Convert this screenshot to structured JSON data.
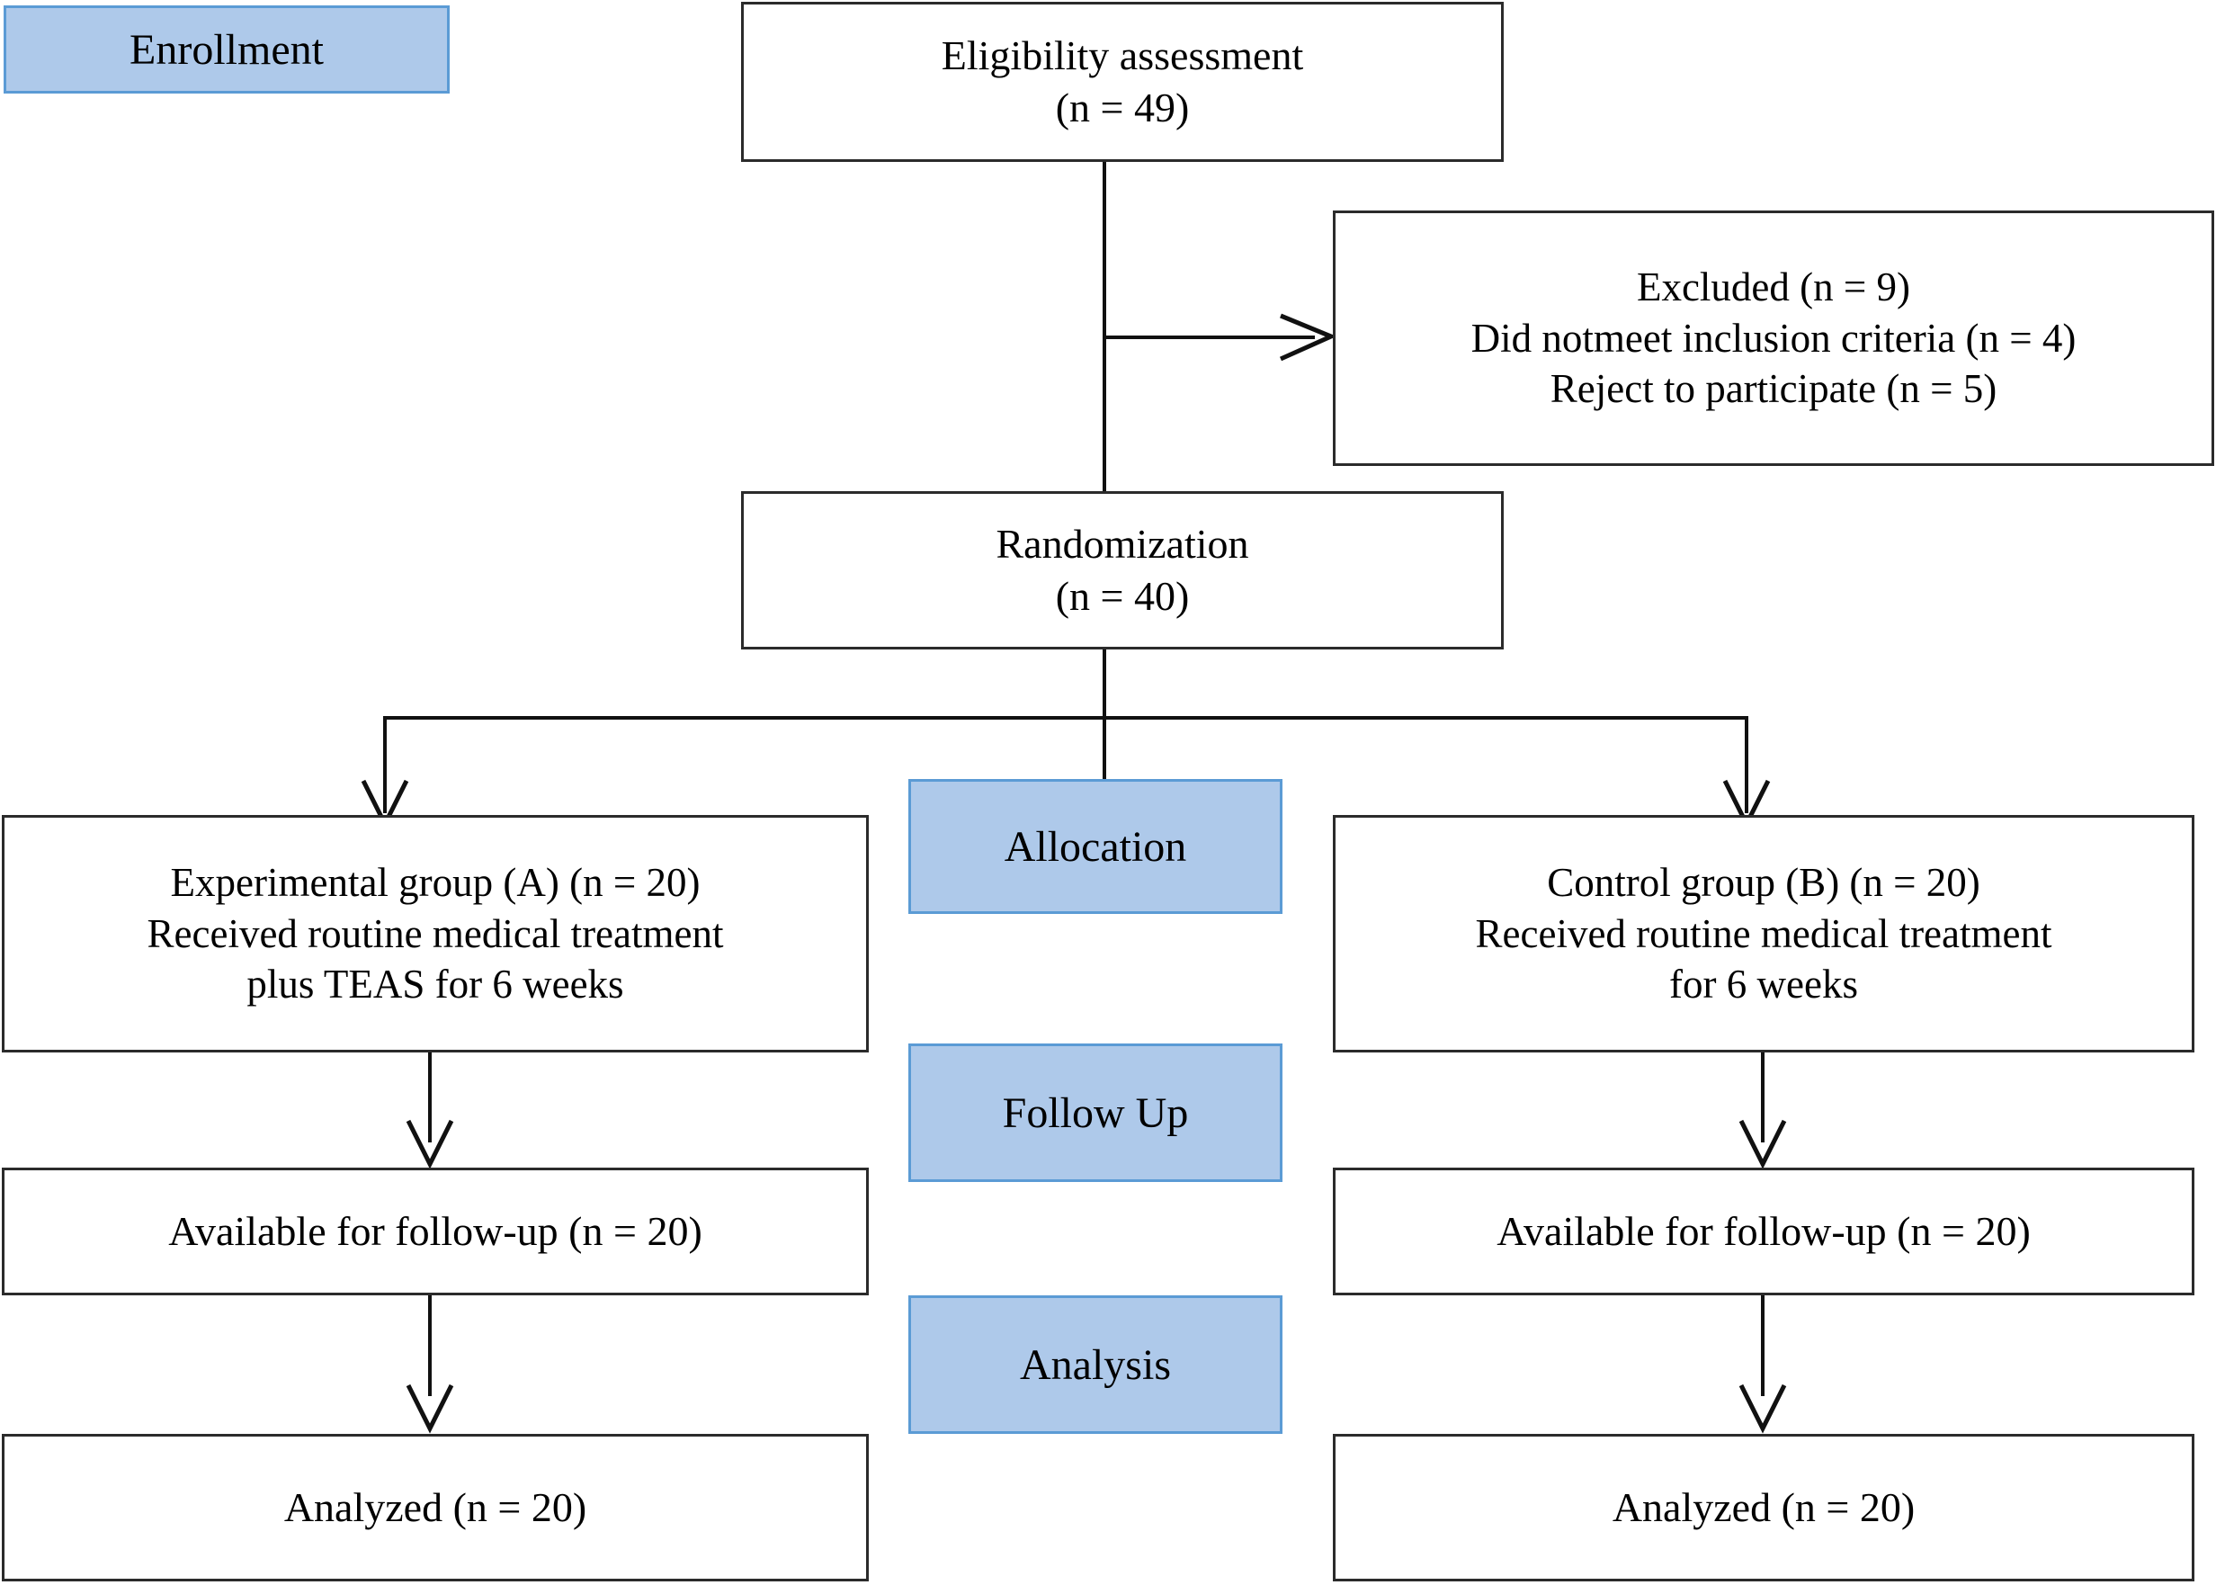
{
  "diagram": {
    "title": "CONSORT participant flow diagram",
    "type": "flowchart",
    "colors": {
      "stage_fill": "#AEC9EA",
      "stage_border": "#5B9BD5",
      "box_border": "#2B2B2B",
      "line": "#111111",
      "text": "#000000",
      "background": "#FFFFFF"
    }
  },
  "stages": {
    "enrollment": "Enrollment",
    "allocation": "Allocation",
    "follow_up": "Follow Up",
    "analysis": "Analysis"
  },
  "nodes": {
    "eligibility": "Eligibility assessment\n(n = 49)",
    "excluded": "Excluded (n = 9)\nDid notmeet inclusion criteria (n = 4)\nReject to participate (n = 5)",
    "randomization": "Randomization\n(n = 40)",
    "experimental_group": "Experimental group (A) (n = 20)\nReceived routine medical treatment\nplus TEAS for 6 weeks",
    "control_group": "Control group (B) (n = 20)\nReceived routine medical treatment\nfor 6 weeks",
    "followup_left": "Available for follow-up (n = 20)",
    "followup_right": "Available for follow-up (n = 20)",
    "analyzed_left": "Analyzed (n = 20)",
    "analyzed_right": "Analyzed (n = 20)"
  },
  "counts": {
    "assessed_for_eligibility": 49,
    "excluded_total": 9,
    "excluded_not_meeting_criteria": 4,
    "excluded_refused": 5,
    "randomized": 40,
    "experimental_allocated": 20,
    "control_allocated": 20,
    "experimental_followed_up": 20,
    "control_followed_up": 20,
    "experimental_analyzed": 20,
    "control_analyzed": 20
  },
  "connectors": {
    "eligibility_to_excluded": "arrow-right",
    "eligibility_to_randomization": "line-down",
    "randomization_split": "split-down",
    "group_to_followup": "arrow-down",
    "followup_to_analyzed": "arrow-down"
  }
}
